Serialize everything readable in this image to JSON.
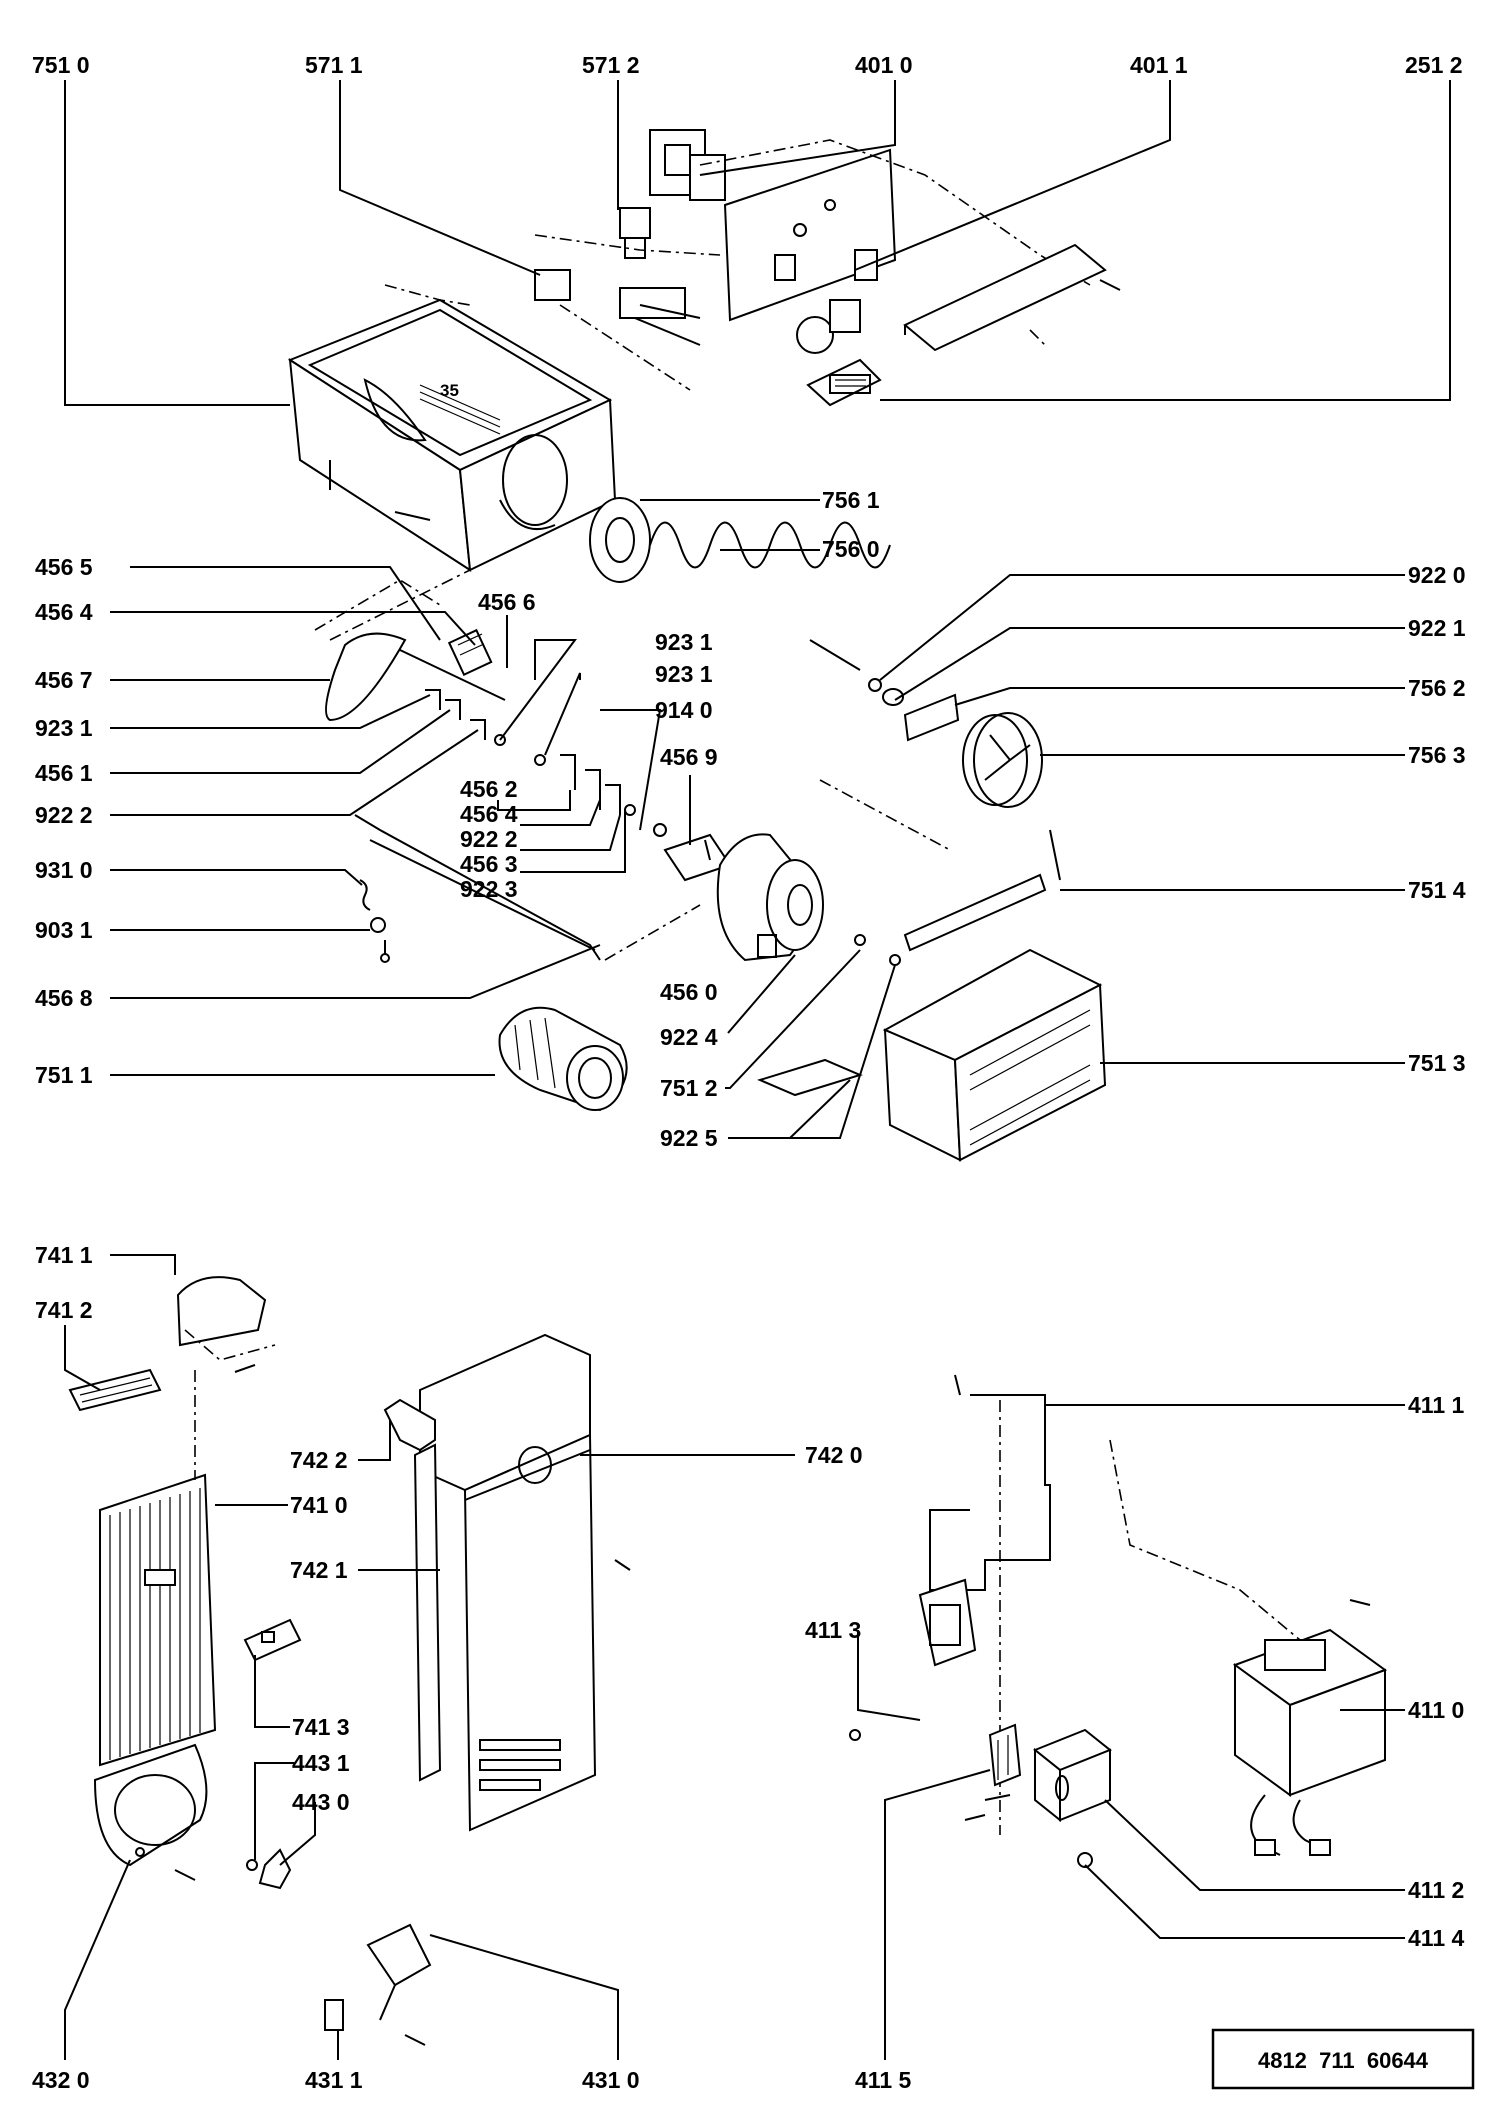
{
  "diagram": {
    "labels": {
      "p7510": "751 0",
      "p5711": "571 1",
      "p5712": "571 2",
      "p4010": "401 0",
      "p4011": "401 1",
      "p2512": "251 2",
      "p7561": "756 1",
      "p7560": "756 0",
      "p9220": "922 0",
      "p9221": "922 1",
      "p7562": "756 2",
      "p7563": "756 3",
      "p4565": "456 5",
      "p4564a": "456 4",
      "p4566": "456 6",
      "p4567": "456 7",
      "p9231a": "923 1",
      "p9231b": "923 1",
      "p9231c": "923 1",
      "p4561": "456 1",
      "p9222a": "922 2",
      "p9140": "914 0",
      "p4569": "456 9",
      "p4562": "456 2",
      "p4564b": "456 4",
      "p9222b": "922 2",
      "p4563": "456 3",
      "p9223": "922 3",
      "p9310": "931 0",
      "p9031": "903 1",
      "p4568": "456 8",
      "p4560": "456 0",
      "p9224": "922 4",
      "p7514": "751 4",
      "p7511": "751 1",
      "p7512": "751 2",
      "p7513": "751 3",
      "p9225": "922 5",
      "p7411": "741 1",
      "p7412": "741 2",
      "p7422": "742 2",
      "p7420": "742 0",
      "p7410": "741 0",
      "p7421": "742 1",
      "p7413": "741 3",
      "p4431": "443 1",
      "p4430": "443 0",
      "p4320": "432 0",
      "p4311": "431 1",
      "p4310": "431 0",
      "p4111": "411 1",
      "p4113": "411 3",
      "p4110": "411 0",
      "p4112": "411 2",
      "p4114": "411 4",
      "p4115": "411 5",
      "box_small_num": "35",
      "doc_number": "4812  711  60644"
    }
  }
}
